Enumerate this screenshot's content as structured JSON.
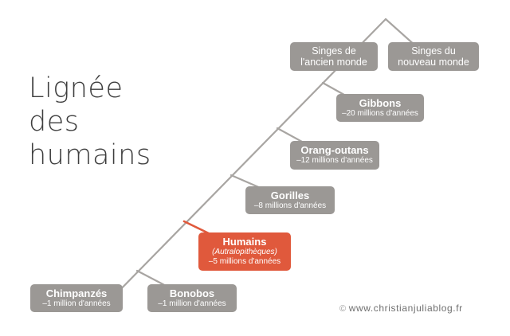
{
  "title": {
    "line1": "Lignée",
    "line2": "des",
    "line3": "humains"
  },
  "nodes": {
    "old_world": {
      "line1": "Singes de",
      "line2": "l'ancien monde"
    },
    "new_world": {
      "line1": "Singes du",
      "line2": "nouveau monde"
    },
    "gibbons": {
      "name": "Gibbons",
      "age": "–20 millions d'années"
    },
    "orangutans": {
      "name": "Orang-outans",
      "age": "–12 millions d'années"
    },
    "gorillas": {
      "name": "Gorilles",
      "age": "–8 millions d'années"
    },
    "humans": {
      "name": "Humains",
      "note": "(Autralopithèques)",
      "age": "–5 millions d'années"
    },
    "chimpanzees": {
      "name": "Chimpanzés",
      "age": "–1 million d'années"
    },
    "bonobos": {
      "name": "Bonobos",
      "age": "–1 million d'années"
    }
  },
  "credit": {
    "symbol": "©",
    "text": "www.christianjuliablog.fr"
  },
  "colors": {
    "node": "#9b9895",
    "highlight": "#e0593c",
    "line": "#a8a5a2",
    "title": "#3e3e3e"
  }
}
